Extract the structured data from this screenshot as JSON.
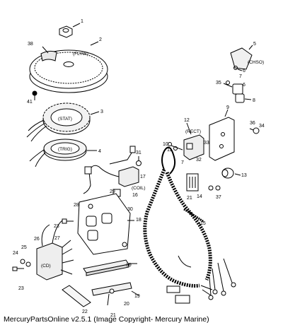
{
  "diagram": {
    "part_labels": {
      "flywheel": "(FLYW)",
      "stator": "(STAT)",
      "trigger": "(TRIG)",
      "chso": "(CHSO)",
      "rectifier": "(RECT)",
      "coil": "(COIL)",
      "cd": "(CD)"
    },
    "callouts": {
      "n1": "1",
      "n2": "2",
      "n3": "3",
      "n4": "4",
      "n5": "5",
      "n6a": "6",
      "n6b": "6",
      "n7a": "7",
      "n7b": "7",
      "n8": "8",
      "n9": "9",
      "n10": "10",
      "n11": "11",
      "n12": "12",
      "n13": "13",
      "n14": "14",
      "n15": "15",
      "n16": "16",
      "n17": "17",
      "n18": "18",
      "n19": "19",
      "n20": "20",
      "n21a": "21",
      "n21b": "21",
      "n22": "22",
      "n23a": "23",
      "n23b": "23",
      "n24": "24",
      "n25": "25",
      "n26": "26",
      "n27": "27",
      "n28": "28",
      "n29": "29",
      "n30": "30",
      "n31": "31",
      "n32": "32",
      "n33": "33",
      "n34": "34",
      "n35": "35",
      "n36": "36",
      "n37": "37",
      "n38": "38",
      "n39": "39",
      "n41": "41"
    }
  },
  "footer": {
    "text": "MercuryPartsOnline v2.5.1 (Image Copyright- Mercury Marine)"
  }
}
